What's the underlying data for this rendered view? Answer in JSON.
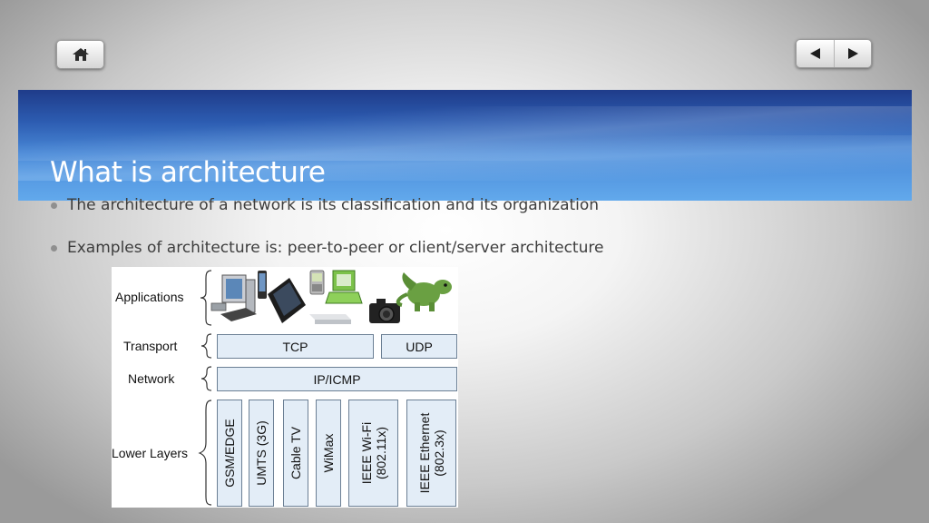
{
  "nav": {
    "home_icon": "home-icon",
    "prev_icon": "triangle-left-icon",
    "next_icon": "triangle-right-icon"
  },
  "slide": {
    "title": "What is architecture",
    "bullets": [
      "The architecture of a network is its classification and its organization",
      "Examples of architecture is: peer-to-peer or client/server architecture"
    ]
  },
  "diagram": {
    "layers": {
      "applications": "Applications",
      "transport": "Transport",
      "network": "Network",
      "lower": "Lower Layers"
    },
    "transport_boxes": [
      "TCP",
      "UDP"
    ],
    "network_box": "IP/ICMP",
    "lower_boxes": [
      {
        "line1": "GSM/EDGE",
        "line2": ""
      },
      {
        "line1": "UMTS (3G)",
        "line2": ""
      },
      {
        "line1": "Cable TV",
        "line2": ""
      },
      {
        "line1": "WiMax",
        "line2": ""
      },
      {
        "line1": "IEEE Wi-Fi",
        "line2": "(802.11x)"
      },
      {
        "line1": "IEEE Ethernet",
        "line2": "(802.3x)"
      }
    ],
    "devices": [
      "desktop-computer",
      "phone",
      "tablet-pc",
      "pda",
      "laptop",
      "set-top-box",
      "camera",
      "robot-dinosaur"
    ]
  }
}
